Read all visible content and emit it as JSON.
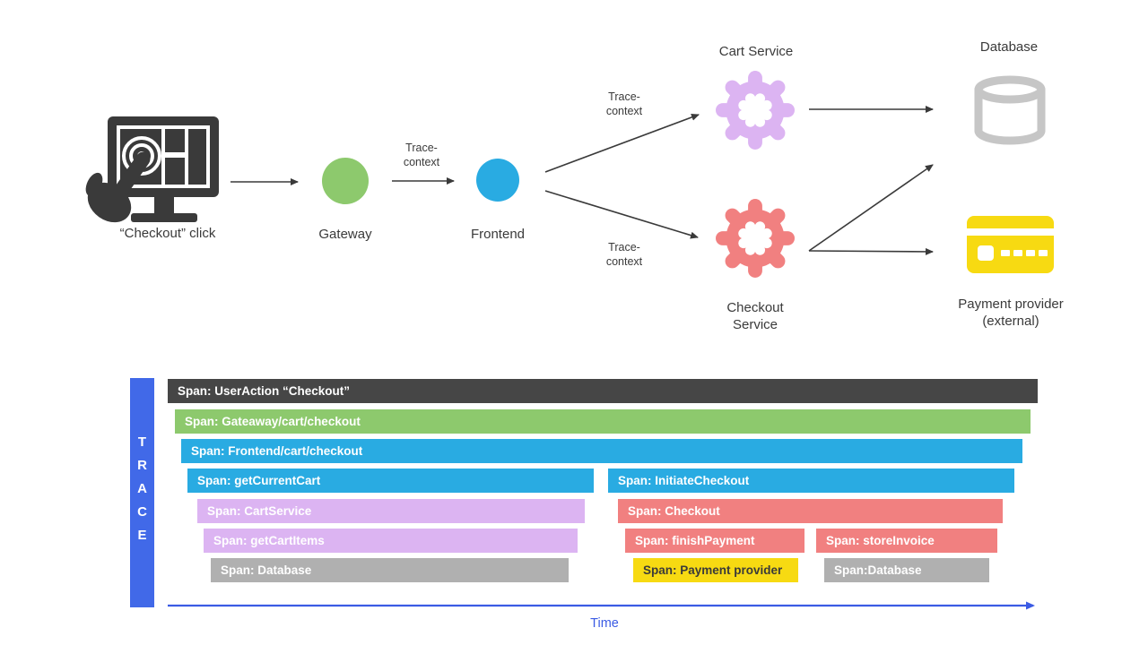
{
  "diagram": {
    "user_click": {
      "label": "“Checkout” click"
    },
    "gateway": {
      "label": "Gateway"
    },
    "frontend": {
      "label": "Frontend"
    },
    "cart_service": {
      "label": "Cart Service"
    },
    "checkout_service": {
      "line1": "Checkout",
      "line2": "Service"
    },
    "database": {
      "label": "Database"
    },
    "payment_provider": {
      "line1": "Payment provider",
      "line2": "(external)"
    },
    "trace_context": {
      "line1": "Trace-",
      "line2": "context"
    }
  },
  "trace": {
    "bar_label": "TRACE",
    "time_label": "Time",
    "spans": [
      {
        "label": "Span: UserAction “Checkout”",
        "color": "#464646"
      },
      {
        "label": "Span: Gateaway/cart/checkout",
        "color": "#8dc96d"
      },
      {
        "label": "Span: Frontend/cart/checkout",
        "color": "#29abe2"
      },
      {
        "label": "Span: getCurrentCart",
        "color": "#29abe2"
      },
      {
        "label": "Span: InitiateCheckout",
        "color": "#29abe2"
      },
      {
        "label": "Span: CartService",
        "color": "#dcb4f2"
      },
      {
        "label": "Span: Checkout",
        "color": "#f18080"
      },
      {
        "label": "Span: getCartItems",
        "color": "#dcb4f2"
      },
      {
        "label": "Span: finishPayment",
        "color": "#f18080"
      },
      {
        "label": "Span: storeInvoice",
        "color": "#f18080"
      },
      {
        "label": "Span: Database",
        "color": "#b0b0b0"
      },
      {
        "label": "Span: Payment provider",
        "color": "#f7da12"
      },
      {
        "label": "Span:Database",
        "color": "#b0b0b0"
      }
    ]
  },
  "colors": {
    "green": "#8dc96d",
    "blue": "#29abe2",
    "purple": "#dcb4f2",
    "red": "#f18080",
    "yellow": "#f7da12",
    "gray_span": "#b0b0b0",
    "gray_icon": "#c6c6c6",
    "dark": "#464646",
    "trace_bar_blue": "#4169e8",
    "time_axis_blue": "#3b5be4",
    "arrow_dark": "#3a3a3a"
  }
}
